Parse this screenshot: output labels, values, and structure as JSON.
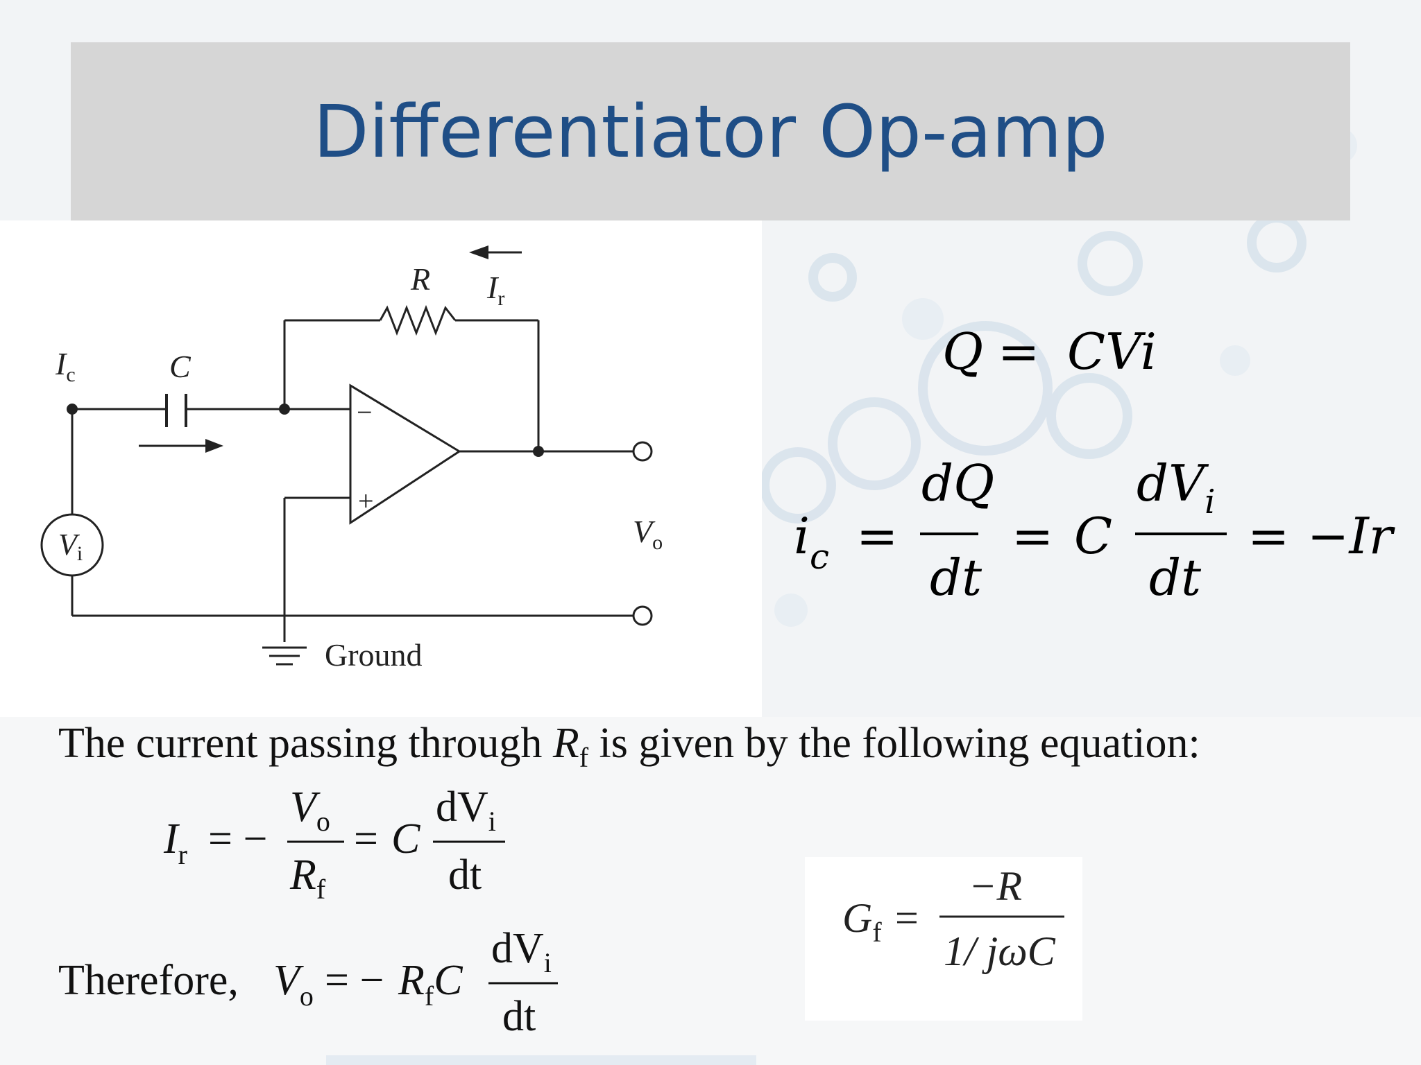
{
  "slide": {
    "title": "Differentiator Op-amp",
    "colors": {
      "title_text": "#1f4e86",
      "title_bar": "#d6d6d6",
      "background": "#f3f5f7"
    }
  },
  "circuit": {
    "label_ic": "I",
    "label_ic_sub": "c",
    "label_c": "C",
    "label_r": "R",
    "label_ir": "I",
    "label_ir_sub": "r",
    "label_vi": "V",
    "label_vi_sub": "i",
    "label_vo": "V",
    "label_vo_sub": "o",
    "minus_sign": "−",
    "plus_sign": "+",
    "ground_label": "Ground"
  },
  "equations": {
    "eq1": {
      "lhs": "Q",
      "op": "=",
      "rhs": "CVi"
    },
    "eq2": {
      "lhs": "i",
      "lhs_sub": "c",
      "eq_a": "=",
      "frac1_num": "dQ",
      "frac1_den": "dt",
      "eq_b": "=",
      "coef": "C",
      "frac2_num": "dV",
      "frac2_num_sub": "i",
      "frac2_den": "dt",
      "eq_c": "=",
      "rhs": "−Ir"
    }
  },
  "bottom": {
    "intro_text": "The current passing through ",
    "intro_var": "R",
    "intro_var_sub": "f",
    "intro_rest": " is given by the following equation:",
    "ir_eq": {
      "lhs": "I",
      "lhs_sub": "r",
      "eq_a": "= −",
      "frac1_num": "V",
      "frac1_num_sub": "o",
      "frac1_den": "R",
      "frac1_den_sub": "f",
      "eq_b": "=",
      "coef": "C",
      "frac2_num": "dV",
      "frac2_num_sub": "i",
      "frac2_den": "dt"
    },
    "therefore_word": "Therefore,",
    "vo_eq": {
      "lhs": "V",
      "lhs_sub": "o",
      "eq": "= −",
      "coef": "R",
      "coef_sub": "f",
      "coef2": "C",
      "frac_num": "dV",
      "frac_num_sub": "i",
      "frac_den": "dt"
    }
  },
  "gain": {
    "lhs": "G",
    "lhs_sub": "f",
    "eq": "=",
    "num": "−R",
    "den": "1/ jωC"
  }
}
